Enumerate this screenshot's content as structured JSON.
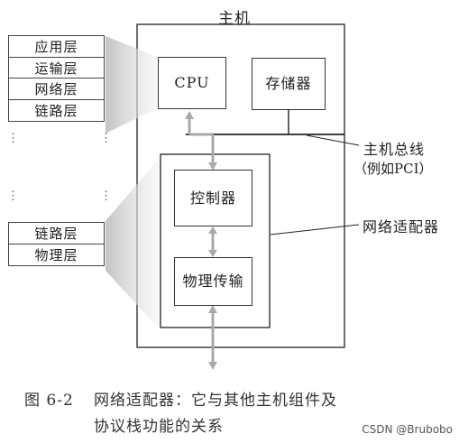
{
  "host": {
    "title": "主机",
    "cpu": "CPU",
    "memory": "存储器",
    "bus_label": "主机总线",
    "bus_note": "（例如PCI）"
  },
  "adapter": {
    "label": "网络适配器",
    "controller": "控制器",
    "physical": "物理传输"
  },
  "upper_stack": {
    "layers": [
      "应用层",
      "运输层",
      "网络层",
      "链路层"
    ]
  },
  "lower_stack": {
    "layers": [
      "链路层",
      "物理层"
    ]
  },
  "caption": {
    "number": "图 6-2",
    "line1": "网络适配器：它与其他主机组件及",
    "line2": "协议栈功能的关系"
  },
  "watermark": "CSDN @Brubobo",
  "colors": {
    "line": "#333333",
    "shade": "#d9d9d9",
    "arrow": "#a9a9a9"
  }
}
